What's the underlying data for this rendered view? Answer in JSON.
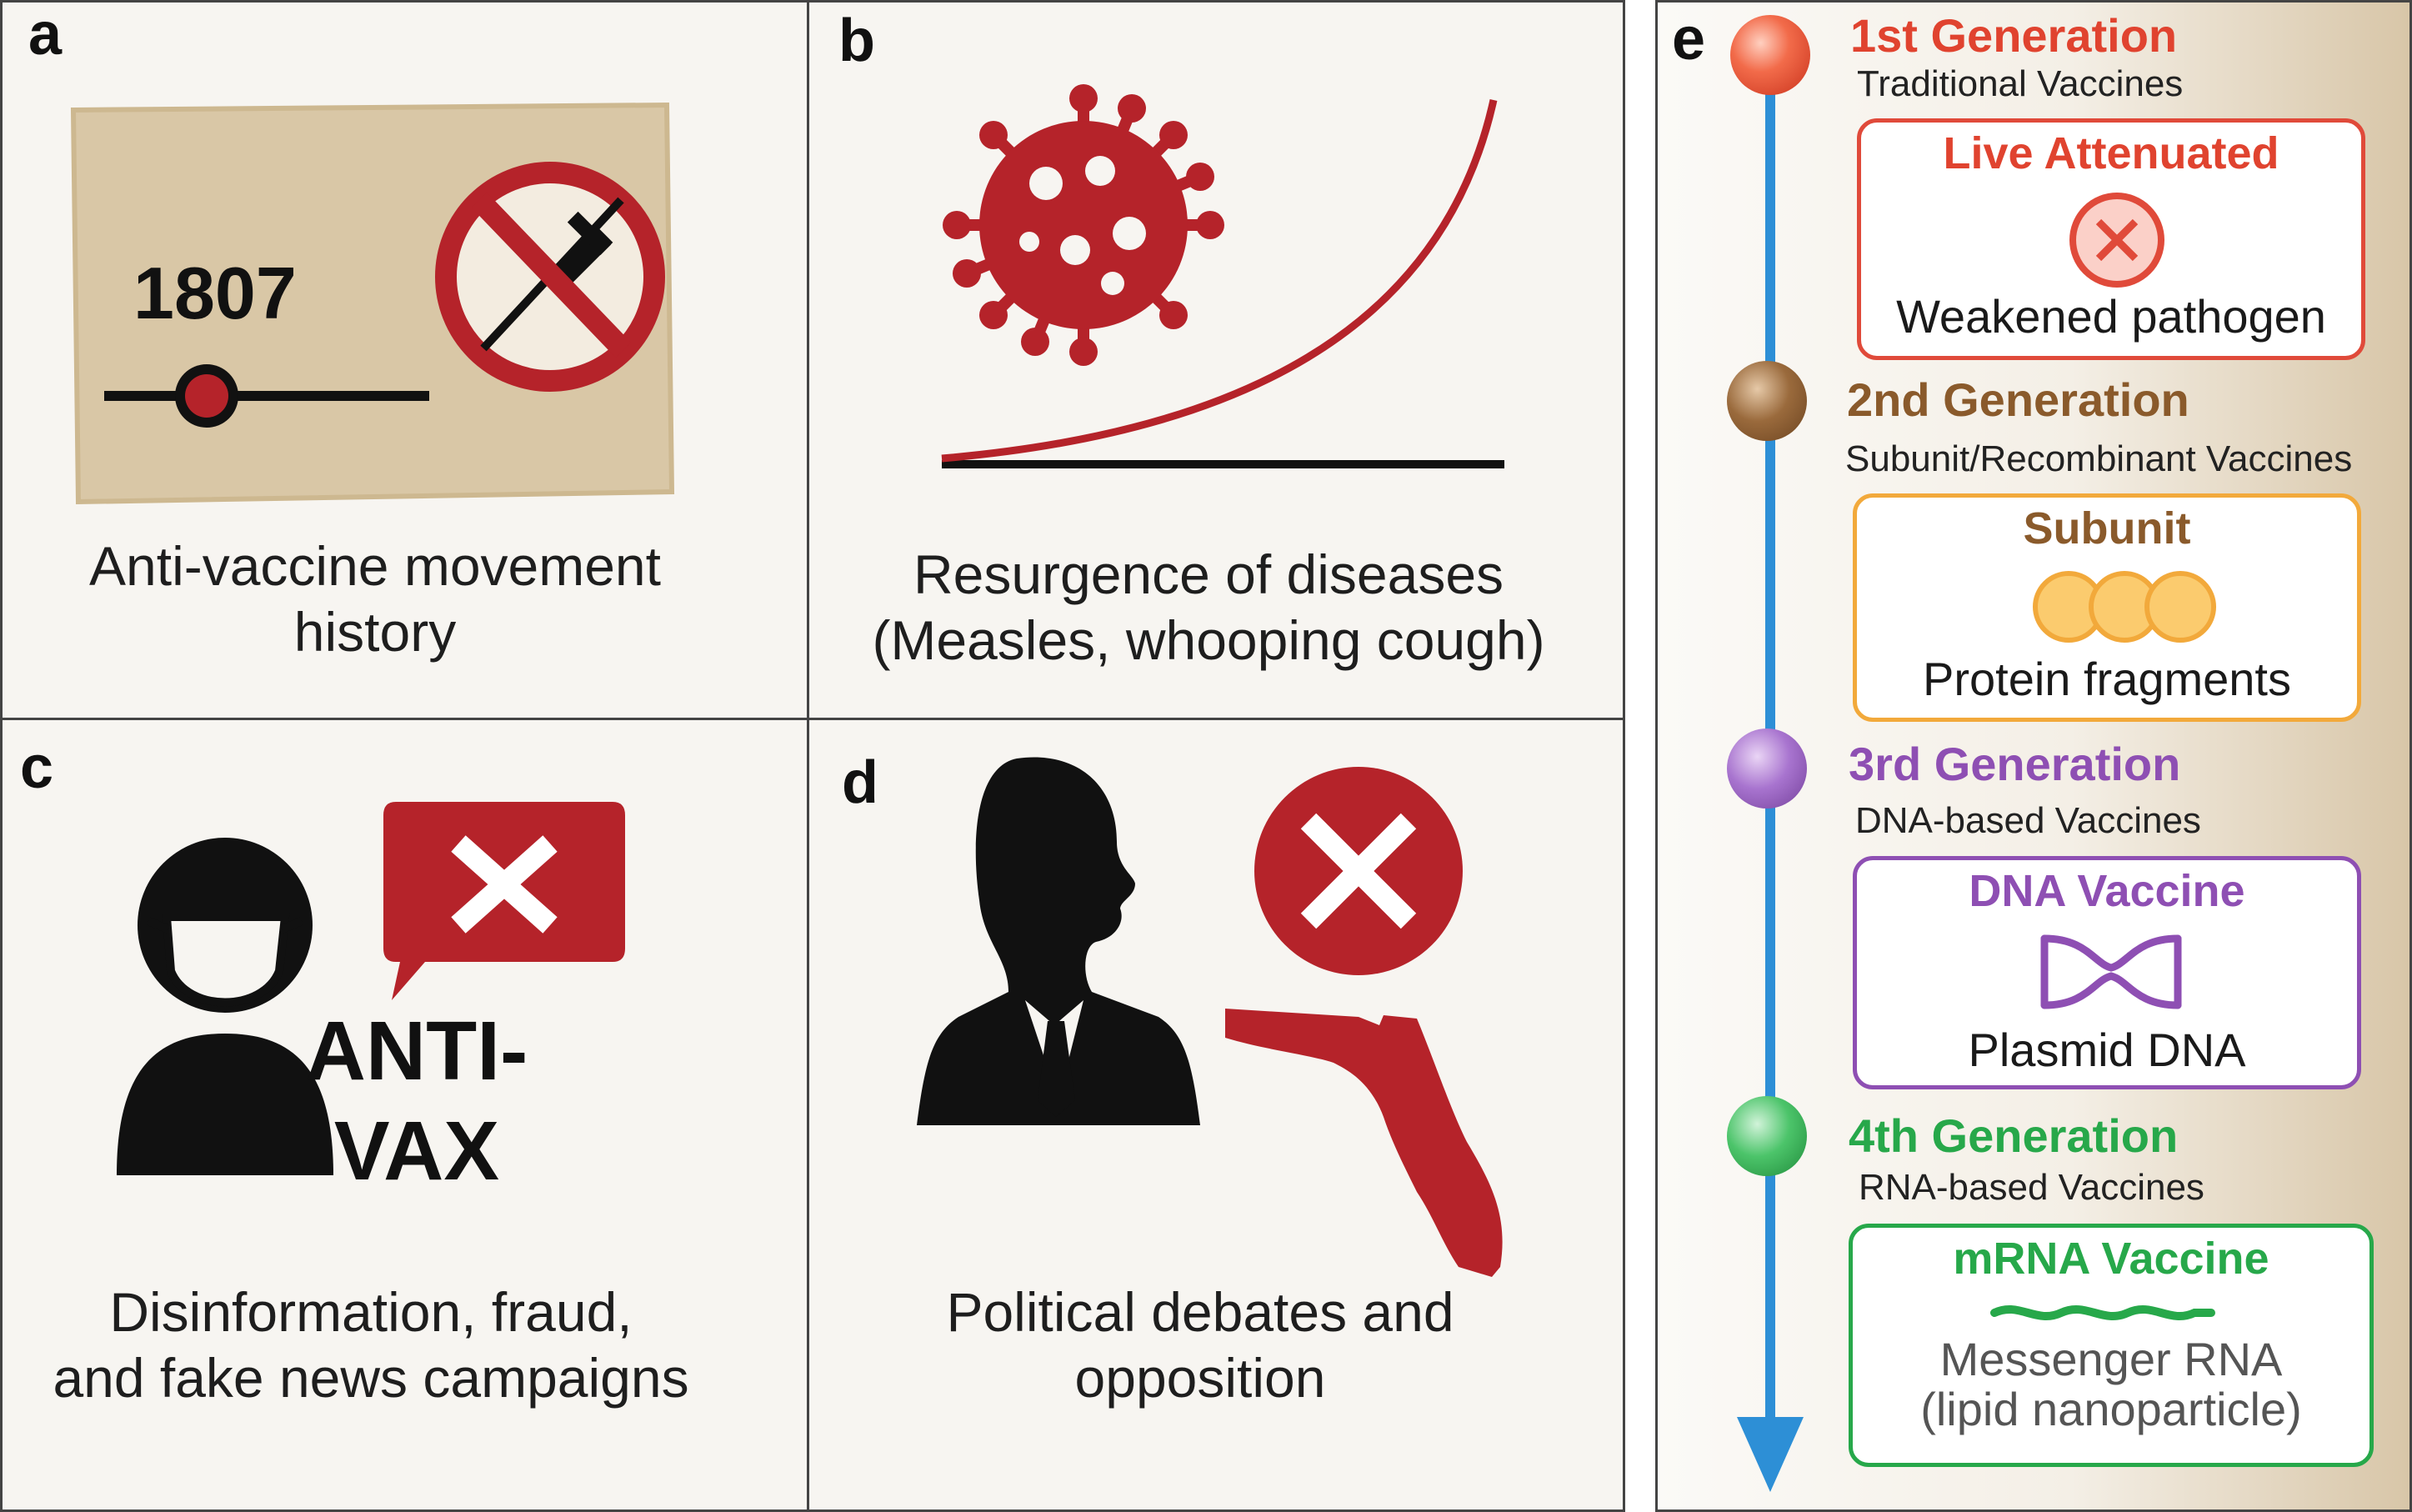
{
  "panels": [
    {
      "label": "a",
      "caption": [
        "Anti-vaccine movement",
        "history"
      ],
      "year": "1807"
    },
    {
      "label": "b",
      "caption": [
        "Resurgence of diseases",
        "(Measles, whooping cough)"
      ]
    },
    {
      "label": "c",
      "caption": [
        "Disinformation, fraud,",
        "and fake news campaigns"
      ],
      "badge": [
        "ANTI-",
        "VAX"
      ]
    },
    {
      "label": "d",
      "caption": [
        "Political debates and",
        "opposition"
      ]
    }
  ],
  "timeline": {
    "label": "e",
    "generations": [
      {
        "title": "1st Generation",
        "subtitle": "Traditional Vaccines",
        "box_title": "Live Attenuated",
        "box_desc": [
          "Weakened pathogen"
        ],
        "color": "#e0432f"
      },
      {
        "title": "2nd Generation",
        "subtitle": "Subunit/Recombinant Vaccines",
        "box_title": "Subunit",
        "box_desc": [
          "Protein fragments"
        ],
        "color": "#8a5a2b"
      },
      {
        "title": "3rd Generation",
        "subtitle": "DNA-based Vaccines",
        "box_title": "DNA Vaccine",
        "box_desc": [
          "Plasmid DNA"
        ],
        "color": "#8e4fb3"
      },
      {
        "title": "4th Generation",
        "subtitle": "RNA-based Vaccines",
        "box_title": "mRNA Vaccine",
        "box_desc": [
          "Messenger RNA",
          "(lipid nanoparticle)"
        ],
        "color": "#27a84a"
      }
    ]
  },
  "colors": {
    "accent_red": "#b5232a",
    "timeline_blue": "#2d8fd6",
    "subunit_orange": "#f2a93b"
  }
}
